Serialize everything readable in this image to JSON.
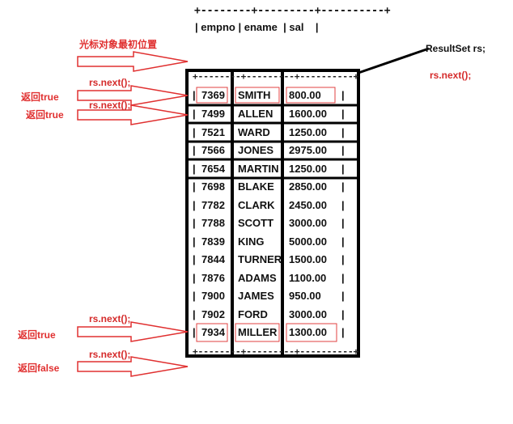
{
  "header": {
    "border_line": "+--------+---------+----------+",
    "columns": "| empno | ename  | sal    |"
  },
  "table_border_line": "+--------+---------+----------+",
  "rows": [
    {
      "empno": "7369",
      "ename": "SMITH",
      "sal": "800.00"
    },
    {
      "empno": "7499",
      "ename": "ALLEN",
      "sal": "1600.00"
    },
    {
      "empno": "7521",
      "ename": "WARD",
      "sal": "1250.00"
    },
    {
      "empno": "7566",
      "ename": "JONES",
      "sal": "2975.00"
    },
    {
      "empno": "7654",
      "ename": "MARTIN",
      "sal": "1250.00"
    },
    {
      "empno": "7698",
      "ename": "BLAKE",
      "sal": "2850.00"
    },
    {
      "empno": "7782",
      "ename": "CLARK",
      "sal": "2450.00"
    },
    {
      "empno": "7788",
      "ename": "SCOTT",
      "sal": "3000.00"
    },
    {
      "empno": "7839",
      "ename": "KING",
      "sal": "5000.00"
    },
    {
      "empno": "7844",
      "ename": "TURNER",
      "sal": "1500.00"
    },
    {
      "empno": "7876",
      "ename": "ADAMS",
      "sal": "1100.00"
    },
    {
      "empno": "7900",
      "ename": "JAMES",
      "sal": "950.00"
    },
    {
      "empno": "7902",
      "ename": "FORD",
      "sal": "3000.00"
    },
    {
      "empno": "7934",
      "ename": "MILLER",
      "sal": "1300.00"
    }
  ],
  "labels": {
    "cursor_initial": "光标对象最初位置",
    "rs_next": "rs.next();",
    "return_true": "返回true",
    "return_false": "返回false",
    "resultset": "ResultSet rs;",
    "resultset_next": "rs.next();"
  },
  "colors": {
    "annotation_red": "#e03030",
    "table_black": "#111111"
  }
}
